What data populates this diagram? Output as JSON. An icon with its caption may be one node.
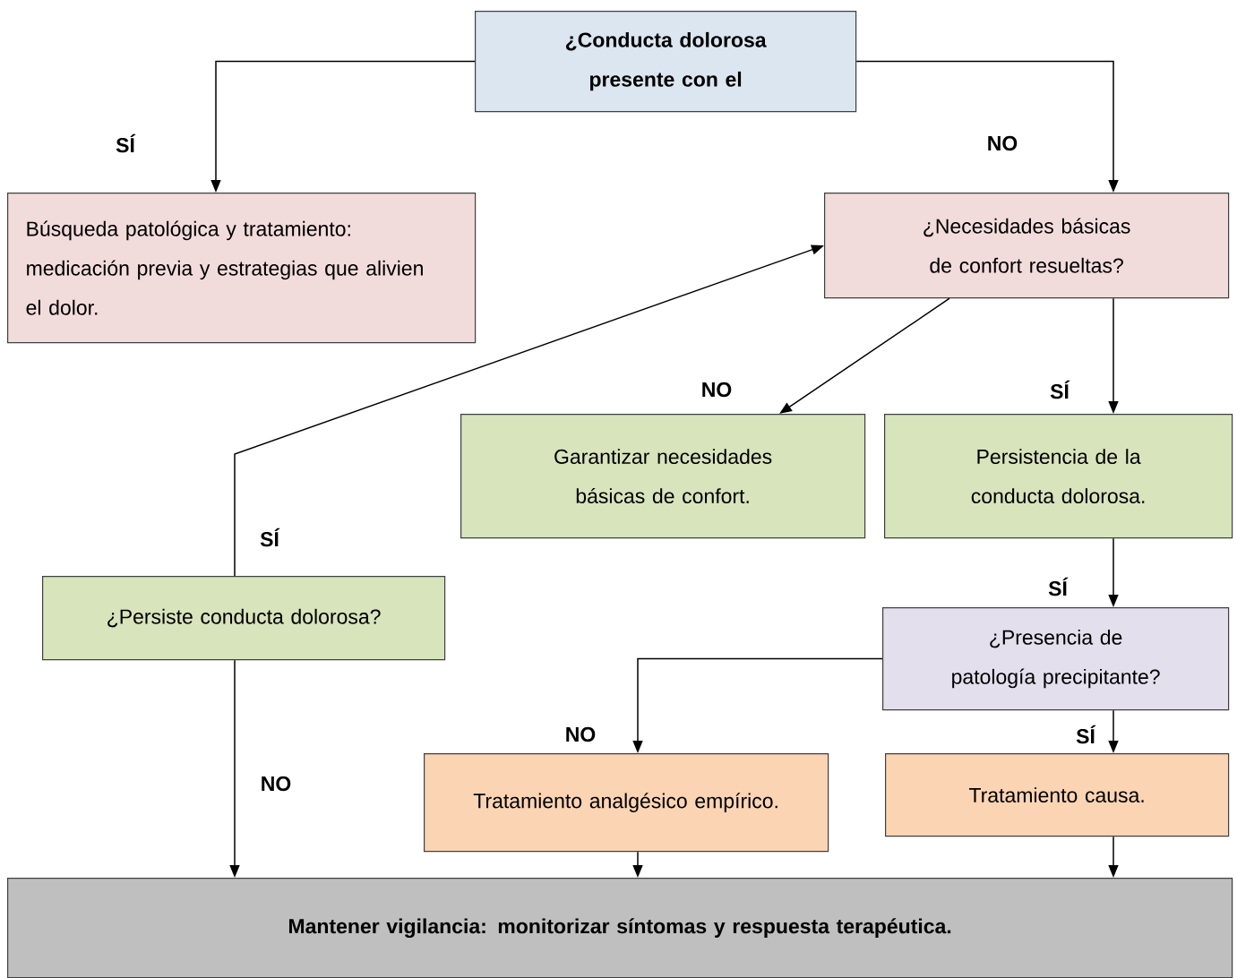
{
  "diagram": {
    "nodes": [
      {
        "text": [
          "¿Conducta dolorosa presente con el"
        ]
      },
      {
        "text": [
          "Búsqueda patológica y tratamiento: medicación previa y estrategias que alivien el dolor."
        ]
      },
      {
        "text": [
          "¿Necesidades básicas de confort resueltas?"
        ]
      },
      {
        "text": [
          "Garantizar necesidades básicas de confort."
        ]
      },
      {
        "text": [
          "Persistencia de la conducta dolorosa."
        ]
      },
      {
        "text": [
          "¿Persiste conducta dolorosa?"
        ]
      },
      {
        "text": [
          "¿Presencia de patología precipitante?"
        ]
      },
      {
        "text": [
          "Tratamiento analgésico empírico."
        ]
      },
      {
        "text": [
          "Tratamiento causa."
        ]
      },
      {
        "text": [
          "Mantener vigilancia: monitorizar síntomas y respuesta terapéutica."
        ]
      }
    ],
    "edges": [
      {
        "from": 0,
        "to": 1,
        "arrow": "to",
        "label": "SÍ"
      },
      {
        "from": 0,
        "to": 2,
        "arrow": "to",
        "label": "NO"
      },
      {
        "from": 2,
        "to": 3,
        "arrow": "to",
        "label": "NO"
      },
      {
        "from": 2,
        "to": 4,
        "arrow": "to",
        "label": "SÍ"
      },
      {
        "from": 4,
        "to": 6,
        "arrow": "to",
        "label": "SÍ"
      },
      {
        "from": 6,
        "to": 7,
        "arrow": "to",
        "label": "NO"
      },
      {
        "from": 6,
        "to": 8,
        "arrow": "to",
        "label": "SÍ"
      },
      {
        "from": 5,
        "to": 2,
        "arrow": "to",
        "label": "SÍ"
      },
      {
        "from": 5,
        "to": 9,
        "arrow": "to",
        "label": "NO"
      },
      {
        "from": 7,
        "to": 9,
        "arrow": "to"
      },
      {
        "from": 8,
        "to": 9,
        "arrow": "to"
      }
    ]
  }
}
